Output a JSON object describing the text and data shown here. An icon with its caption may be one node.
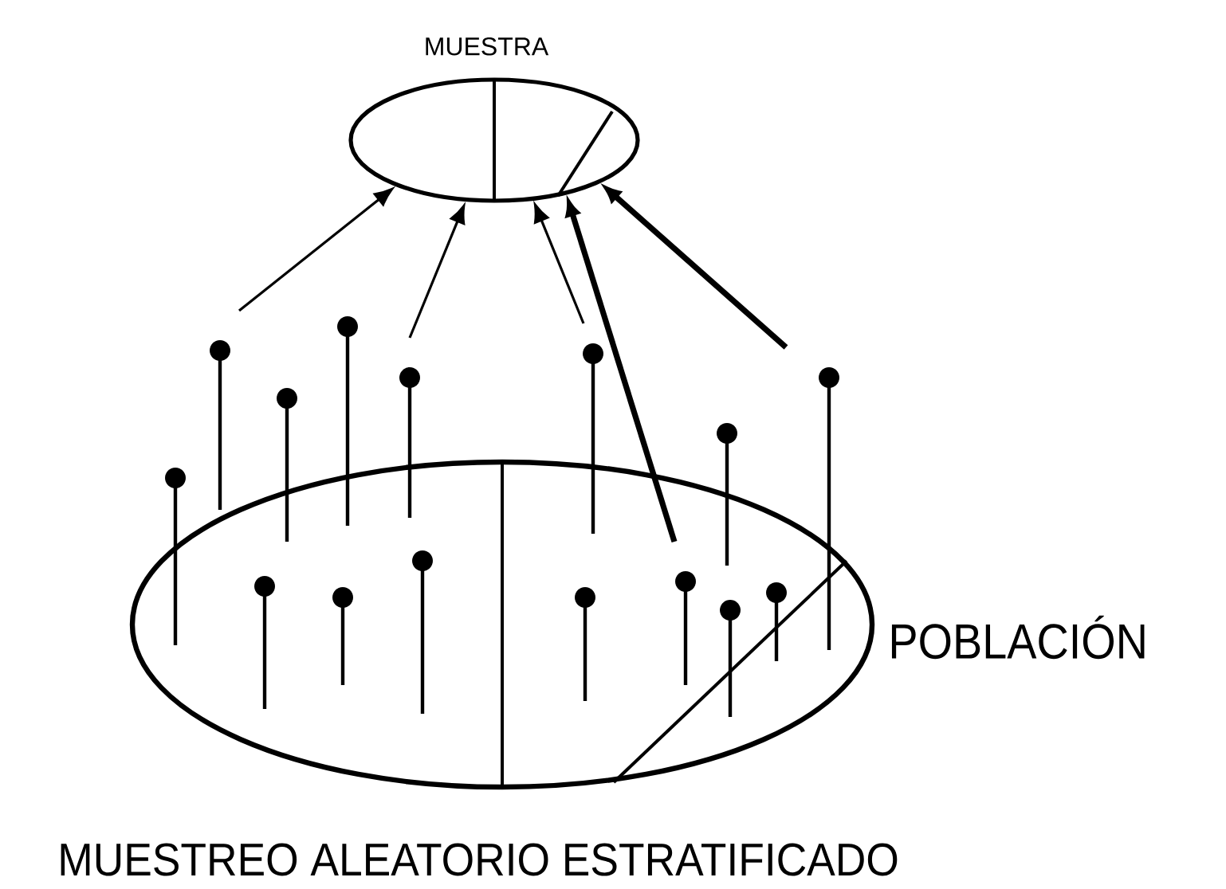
{
  "diagram": {
    "caption": "MUESTREO ALEATORIO ESTRATIFICADO",
    "nodes": [
      {
        "text": [
          "MUESTRA"
        ]
      },
      {
        "text": [],
        "shape": "ellipse",
        "beside": [
          "POBLACIÓN"
        ]
      }
    ],
    "edges": [
      {
        "from": null,
        "to": 0,
        "arrow": "to"
      },
      {
        "from": null,
        "to": 0,
        "arrow": "to"
      },
      {
        "from": null,
        "to": 0,
        "arrow": "to"
      },
      {
        "from": 1,
        "to": 0,
        "arrow": "to",
        "style": "thick"
      },
      {
        "from": null,
        "to": 0,
        "arrow": "to",
        "style": "thick"
      }
    ]
  }
}
